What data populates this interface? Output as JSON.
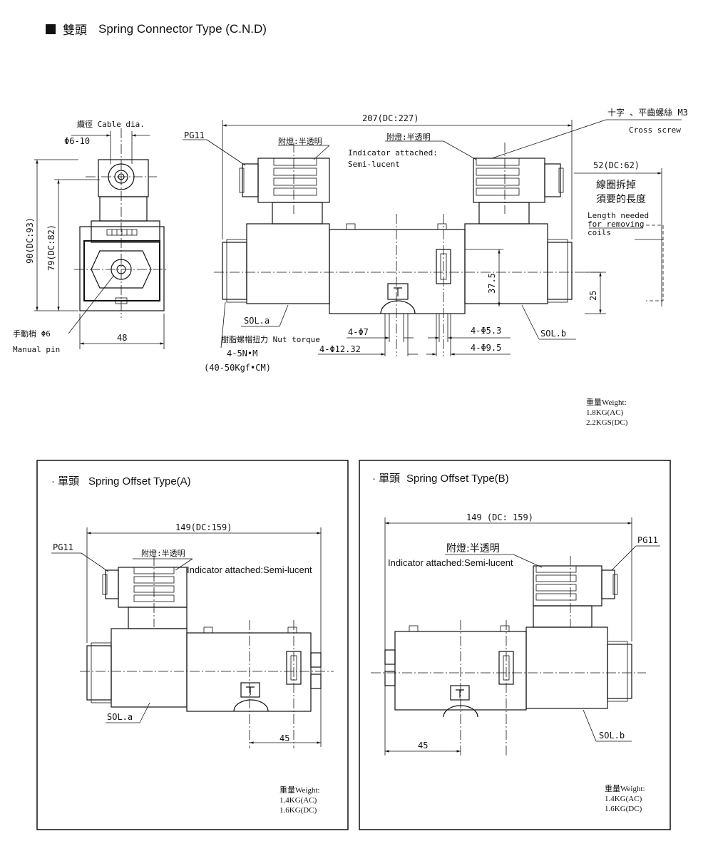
{
  "header": {
    "title_zh": "雙頭",
    "title_en": "Spring Connector Type (C.N.D)"
  },
  "top": {
    "cable_dia_zh": "纜徑 Cable dia.",
    "cable_dia_val": "Φ6-10",
    "dim_90": "90(DC:93)",
    "dim_79": "79(DC:82)",
    "dim_48": "48",
    "manual_pin_zh": "手動梢 Φ6",
    "manual_pin_en": "Manual pin",
    "pg11": "PG11",
    "dim_207": "207(DC:227)",
    "indicator_zh_1": "附燈:半透明",
    "indicator_zh_2": "附燈:半透明",
    "indicator_en_1": "Indicator attached:",
    "indicator_en_2": "Semi-lucent",
    "cross_screw_zh": "十字 、平齒螺絲 M3",
    "cross_screw_en": "Cross screw",
    "dim_52": "52(DC:62)",
    "coil_zh_1": "線圈拆掉",
    "coil_zh_2": "須要的長度",
    "coil_en_1": "Length needed",
    "coil_en_2": "for removing",
    "coil_en_3": "coils",
    "dim_37_5": "37.5",
    "dim_25": "25",
    "sol_a": "SOL.a",
    "sol_b": "SOL.b",
    "nut_torque": "樹脂螺帽扭力 Nut torque",
    "torque_1": "4-5N•M",
    "torque_2": "(40-50Kgf•CM)",
    "hole_7": "4-Φ7",
    "hole_12_32": "4-Φ12.32",
    "hole_5_3": "4-Φ5.3",
    "hole_9_5": "4-Φ9.5",
    "weight_label": "重量Weight:",
    "weight_ac": "1.8KG(AC)",
    "weight_dc": "2.2KGS(DC)"
  },
  "panel_a": {
    "title_zh": "· 單頭",
    "title_en": "Spring Offset Type(A)",
    "dim_149": "149(DC:159)",
    "pg11": "PG11",
    "indicator_zh": "附燈:半透明",
    "indicator_en": "Indicator attached:Semi-lucent",
    "sol": "SOL.a",
    "dim_45": "45",
    "weight_label": "重量Weight:",
    "weight_ac": "1.4KG(AC)",
    "weight_dc": "1.6KG(DC)"
  },
  "panel_b": {
    "title_zh": "· 單頭",
    "title_en": "Spring Offset Type(B)",
    "dim_149": "149 (DC: 159)",
    "pg11": "PG11",
    "indicator_zh": "附燈:半透明",
    "indicator_en": "Indicator attached:Semi-lucent",
    "sol": "SOL.b",
    "dim_45": "45",
    "weight_label": "重量Weight:",
    "weight_ac": "1.4KG(AC)",
    "weight_dc": "1.6KG(DC)"
  }
}
